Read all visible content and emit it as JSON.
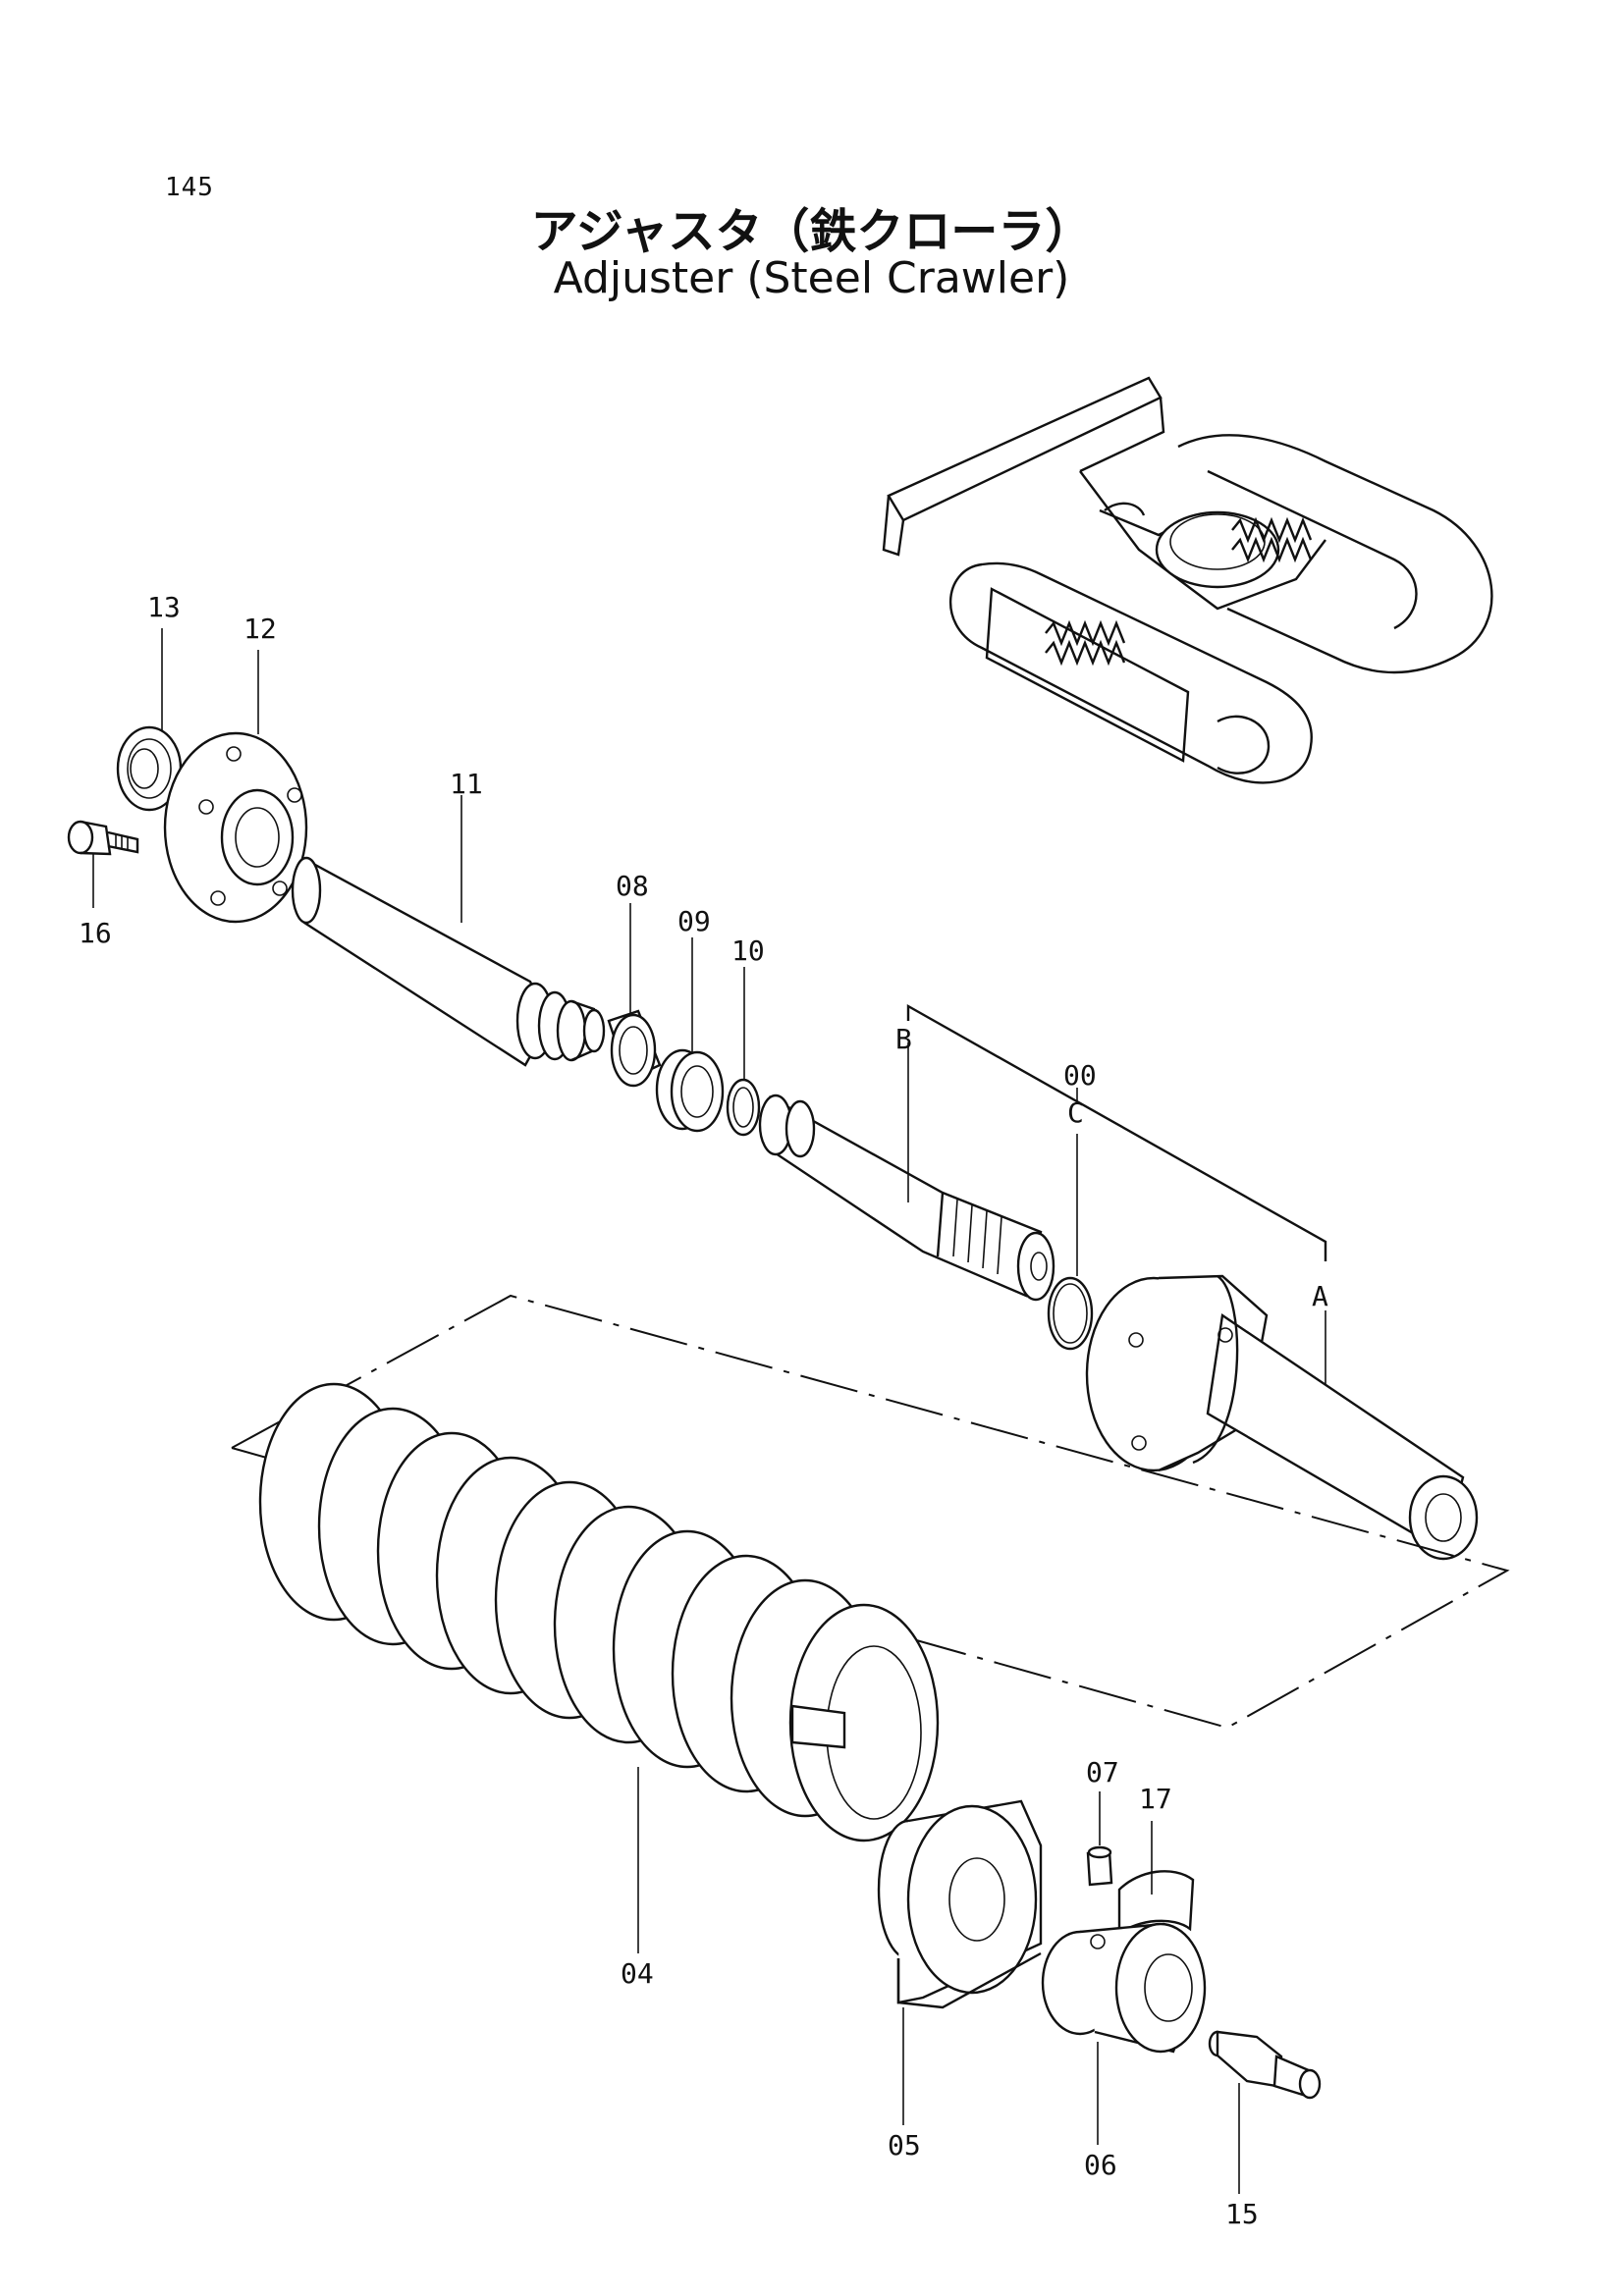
{
  "header": {
    "page_number": "145",
    "title_jp": "アジャスタ（鉄クローラ）",
    "title_en": "Adjuster (Steel Crawler)"
  },
  "callouts": {
    "p00": "00",
    "p04": "04",
    "p05": "05",
    "p06": "06",
    "p07": "07",
    "p08": "08",
    "p09": "09",
    "p10": "10",
    "p11": "11",
    "p12": "12",
    "p13": "13",
    "p15": "15",
    "p16": "16",
    "p17": "17",
    "a": "A",
    "b": "B",
    "c": "C"
  }
}
